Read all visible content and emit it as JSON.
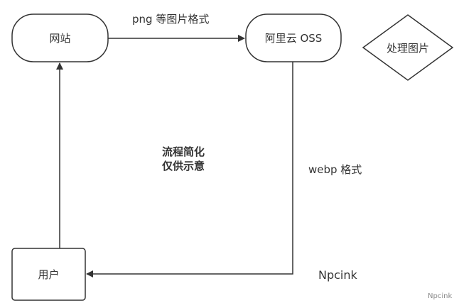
{
  "nodes": {
    "website": {
      "label": "网站",
      "shape": "rounded-rectangle"
    },
    "oss": {
      "label": "阿里云 OSS",
      "shape": "rounded-rectangle"
    },
    "process": {
      "label": "处理图片",
      "shape": "diamond"
    },
    "user": {
      "label": "用户",
      "shape": "rectangle"
    }
  },
  "edges": [
    {
      "from": "website",
      "to": "oss",
      "label": "png 等图片格式"
    },
    {
      "from": "oss",
      "to": "user",
      "label": "webp 格式"
    },
    {
      "from": "user",
      "to": "website",
      "label": ""
    }
  ],
  "note": {
    "line1": "流程简化",
    "line2": "仅供示意"
  },
  "author_label": "Npcink",
  "watermark": "Npcink",
  "colors": {
    "stroke": "#333333",
    "text": "#333333",
    "background": "#ffffff",
    "watermark": "#888888"
  }
}
